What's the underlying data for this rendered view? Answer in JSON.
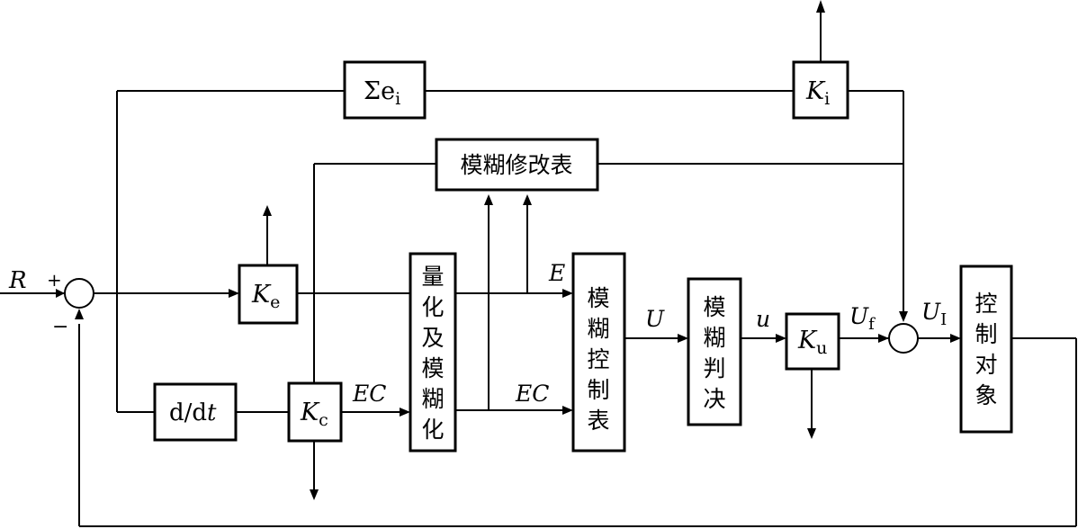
{
  "blocks": {
    "sum_ei": {
      "main": "Σe",
      "sub": "i"
    },
    "ki": {
      "main": "K",
      "sub": "i"
    },
    "fuzzy_modify_table": "模糊修改表",
    "ke": {
      "main": "K",
      "sub": "e"
    },
    "quantize_fuzzify": [
      "量",
      "化",
      "及",
      "模",
      "糊",
      "化"
    ],
    "fuzzy_control_table": [
      "模",
      "糊",
      "控",
      "制",
      "表"
    ],
    "defuzzify": [
      "模",
      "糊",
      "判",
      "决"
    ],
    "ku": {
      "main": "K",
      "sub": "u"
    },
    "plant": [
      "控",
      "制",
      "对",
      "象"
    ],
    "ddt": {
      "a": "d/d",
      "b": "t"
    },
    "kc": {
      "main": "K",
      "sub": "c"
    }
  },
  "signals": {
    "R": "R",
    "plus": "+",
    "minus": "−",
    "E": "E",
    "EC1": "EC",
    "EC2": "EC",
    "U": "U",
    "u": "u",
    "Uf": {
      "main": "U",
      "sub": "f"
    },
    "UI": {
      "main": "U",
      "sub": "I"
    }
  }
}
